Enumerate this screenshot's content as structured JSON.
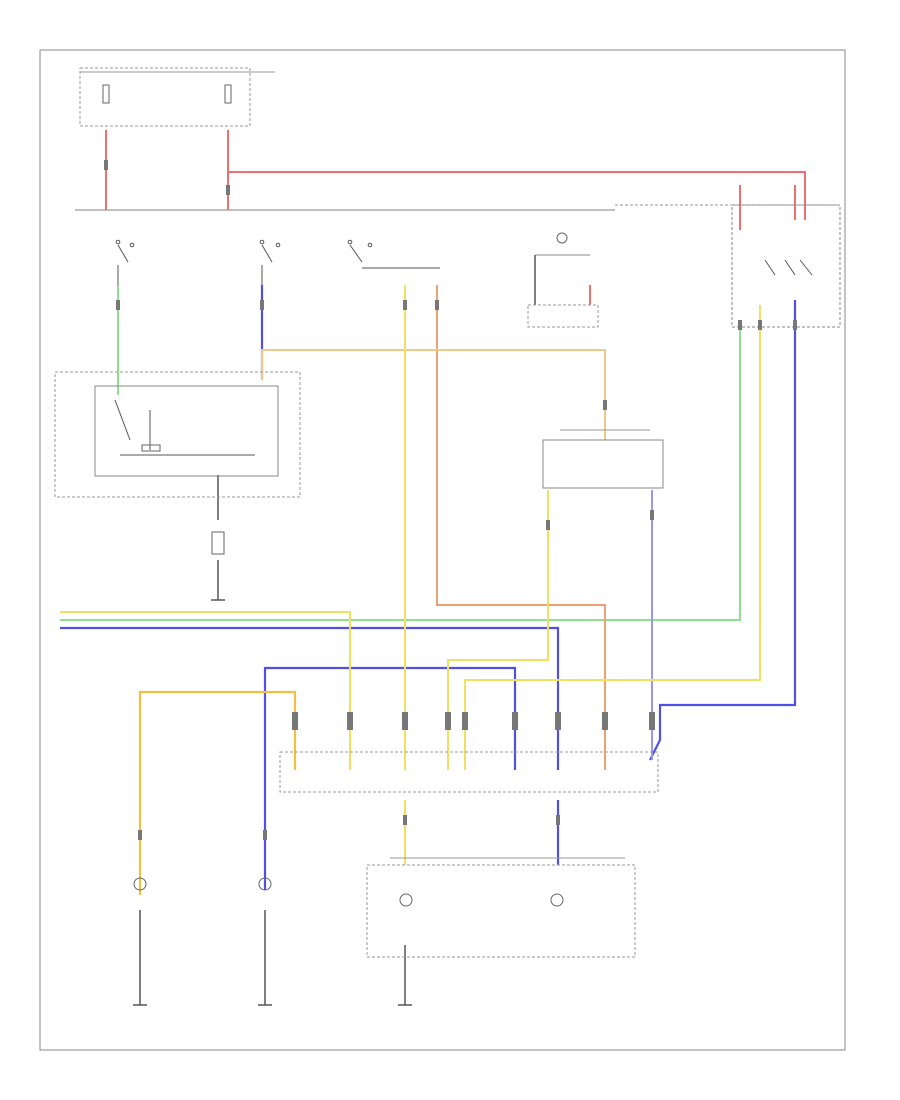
{
  "diagram": {
    "colors": {
      "background": "#ffffff",
      "frame": "#8a8a8a",
      "red": "#f07070",
      "green": "#8ee08e",
      "blue": "#5050e8",
      "light_blue": "#9898ee",
      "orange": "#f0a070",
      "tan": "#f0c888",
      "yellow": "#f0e060",
      "black": "#444444"
    },
    "components": [
      {
        "id": "fuse-box",
        "type": "box"
      },
      {
        "id": "headlight-switch",
        "type": "switch-group"
      },
      {
        "id": "hazard-switch",
        "type": "box"
      },
      {
        "id": "turn-flasher-unit",
        "type": "box"
      },
      {
        "id": "turn-signal-switch-module",
        "type": "box"
      },
      {
        "id": "combination-switch-connector",
        "type": "connector"
      },
      {
        "id": "instrument-cluster",
        "type": "box"
      },
      {
        "id": "left-front-turn-lamp",
        "type": "lamp"
      },
      {
        "id": "right-front-turn-lamp",
        "type": "lamp"
      },
      {
        "id": "left-turn-indicator",
        "type": "indicator"
      },
      {
        "id": "right-turn-indicator",
        "type": "indicator"
      },
      {
        "id": "ground-left",
        "type": "ground"
      },
      {
        "id": "ground-right",
        "type": "ground"
      },
      {
        "id": "ground-center",
        "type": "ground"
      },
      {
        "id": "ground-flasher",
        "type": "ground"
      }
    ]
  }
}
